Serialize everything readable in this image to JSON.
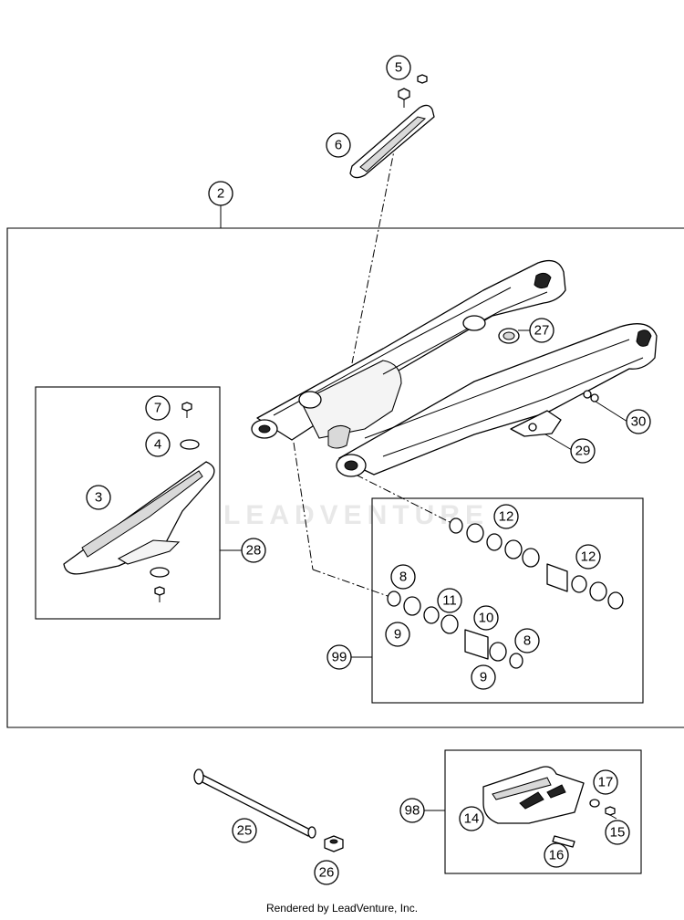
{
  "diagram": {
    "callouts": [
      "5",
      "6",
      "2",
      "27",
      "7",
      "4",
      "3",
      "28",
      "30",
      "29",
      "12",
      "12",
      "8",
      "11",
      "10",
      "9",
      "8",
      "9",
      "99",
      "17",
      "98",
      "14",
      "15",
      "16",
      "25",
      "26"
    ],
    "watermark": "LEADVENTURE",
    "footer": "Rendered by LeadVenture, Inc."
  }
}
